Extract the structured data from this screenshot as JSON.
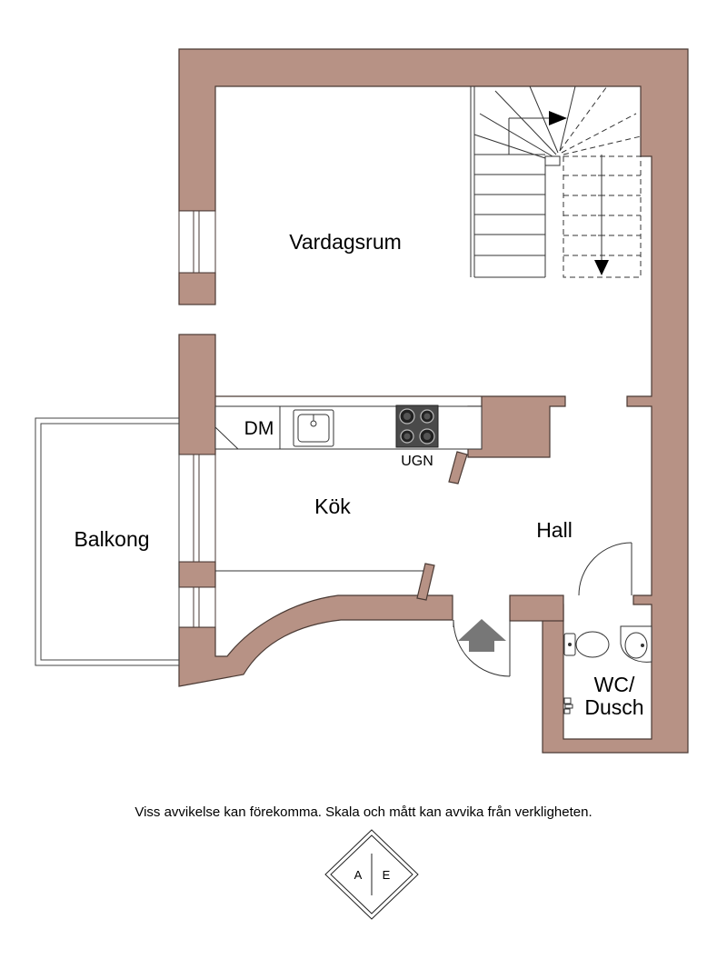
{
  "rooms": {
    "living": "Vardagsrum",
    "kitchen": "Kök",
    "hall": "Hall",
    "balcony": "Balkong",
    "wc_line1": "WC/",
    "wc_line2": "Dusch"
  },
  "fixtures": {
    "dishwasher": "DM",
    "oven": "UGN"
  },
  "disclaimer": "Viss avvikelse kan förekomma. Skala och mått kan avvika från verkligheten.",
  "logo": {
    "left": "A",
    "right": "E"
  },
  "colors": {
    "wall": "#b79285",
    "wall_outline": "#4a3a34",
    "arrow": "#777777",
    "background": "#ffffff"
  }
}
